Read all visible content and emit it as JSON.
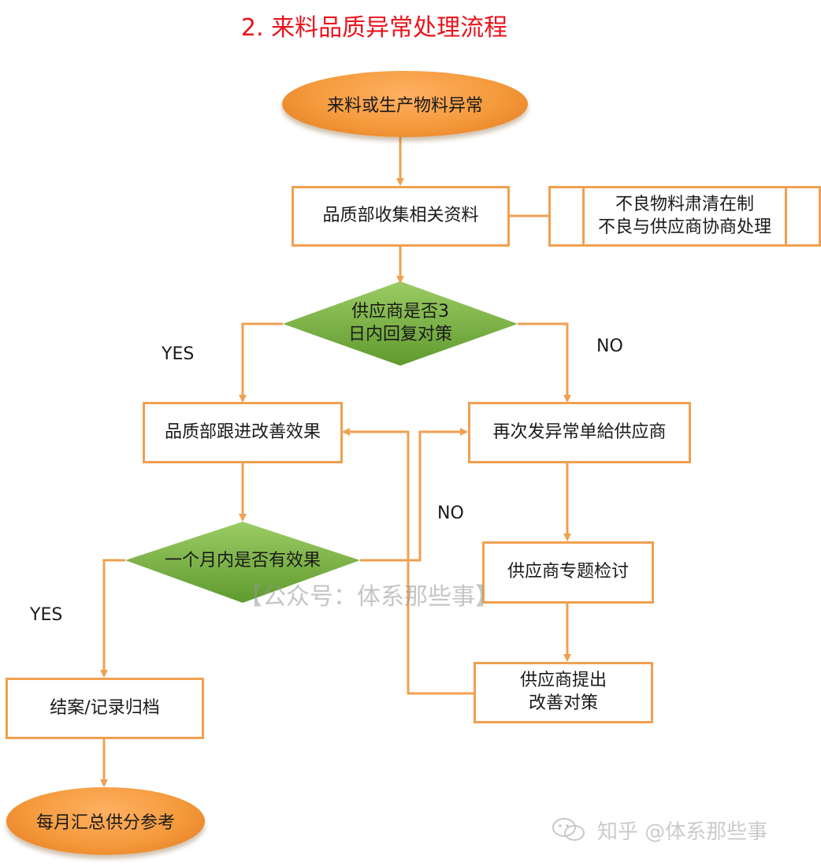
{
  "title": "2. 来料品质异常处理流程",
  "nodes": {
    "start": "来料或生产物料异常",
    "collect": "品质部收集相关资料",
    "side_box_line1": "不良物料肃清在制",
    "side_box_line2": "不良与供应商协商处理",
    "decision1_line1": "供应商是否3",
    "decision1_line2": "日内回复对策",
    "follow_up": "品质部跟进改善效果",
    "resend": "再次发异常单給供应商",
    "decision2": "一个月内是否有效果",
    "review": "供应商专题检讨",
    "propose_line1": "供应商提出",
    "propose_line2": "改善对策",
    "close": "结案/记录归档",
    "end": "每月汇总供分参考"
  },
  "edge_labels": {
    "yes1": "YES",
    "no1": "NO",
    "no2": "NO",
    "yes2": "YES"
  },
  "watermarks": {
    "center": "【公众号：体系那些事】",
    "corner": "知乎 @体系那些事"
  },
  "colors": {
    "title": "#e8141b",
    "stroke": "#f0a050",
    "ellipse_fill": "#f49a3c",
    "diamond_fill": "#7cb342"
  }
}
